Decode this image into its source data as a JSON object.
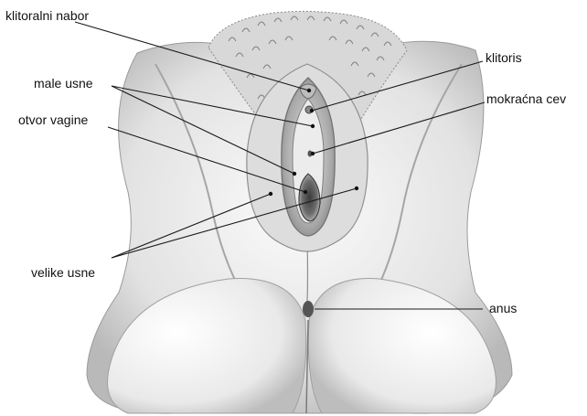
{
  "figure": {
    "labels": {
      "klitoralni_nabor": "klitoralni nabor",
      "male_usne": "male usne",
      "otvor_vagine": "otvor vagine",
      "velike_usne": "velike usne",
      "klitoris": "klitoris",
      "mokracna_cev": "mokraćna cev",
      "anus": "anus"
    },
    "colors": {
      "background": "#ffffff",
      "line": "#1a1a1a",
      "skin_light": "#f4f4f4",
      "skin_mid": "#cfcfcf",
      "skin_dark": "#6e6e6e",
      "hair": "#8a8a8a"
    }
  }
}
